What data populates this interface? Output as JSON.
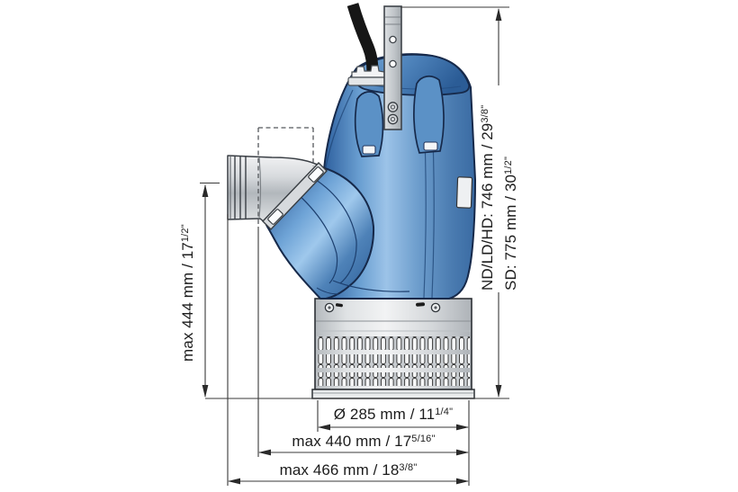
{
  "diagram": {
    "kind": "submersible-pump-dimension-drawing"
  },
  "labels": {
    "height_left": {
      "pre": "max 444 mm / 17",
      "frac": "1/2",
      "mark": "\""
    },
    "height_nd": {
      "pre": "ND/LD/HD: 746 mm / 29",
      "frac": "3/8",
      "mark": "\""
    },
    "height_sd": {
      "pre": "SD: 775 mm / 30",
      "frac": "1/2",
      "mark": "\""
    },
    "diameter": {
      "pre": "Ø 285 mm / 11",
      "frac": "1/4",
      "mark": "\""
    },
    "width_440": {
      "pre": "max 440 mm / 17",
      "frac": "5/16",
      "mark": "\""
    },
    "width_466": {
      "pre": "max 466 mm / 18",
      "frac": "3/8",
      "mark": "\""
    }
  },
  "colors": {
    "pump_blue": "#3f7cbe",
    "pump_blue_dark": "#1c4884",
    "pump_blue_light": "#9fc8ec",
    "outline_navy": "#16294a",
    "metal_gray": "#ccd0d3",
    "cable_black": "#161616",
    "dimension_line": "#3a3a3a",
    "text": "#1c1c1c",
    "background": "#ffffff"
  }
}
